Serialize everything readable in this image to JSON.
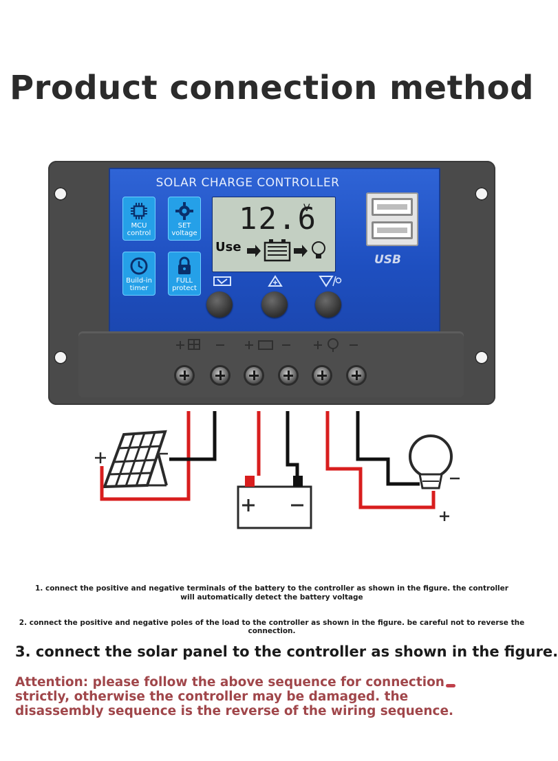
{
  "title": "Product connection method",
  "controller": {
    "panel_title": "SOLAR CHARGE CONTROLLER",
    "icons": [
      {
        "name": "mcu-control",
        "label_line1": "MCU",
        "label_line2": "control"
      },
      {
        "name": "set-voltage",
        "label_line1": "SET",
        "label_line2": "voltage"
      },
      {
        "name": "build-in-timer",
        "label_line1": "Build-in",
        "label_line2": "timer"
      },
      {
        "name": "full-protect",
        "label_line1": "FULL",
        "label_line2": "protect"
      }
    ],
    "lcd": {
      "value": "12.6",
      "unit": "V",
      "mode_label": "Use"
    },
    "usb_label": "USB"
  },
  "instructions": {
    "step1": "1. connect the positive and negative terminals of the battery to the controller as shown in the figure. the controller will automatically detect the battery voltage",
    "step2": "2. connect the positive and negative poles of the load to the controller as shown in the figure. be careful not to reverse the connection.",
    "step3": "3. connect the solar panel to the controller as shown in the figure.",
    "attention": "Attention: please follow the above sequence for connection strictly, otherwise the controller may be damaged. the disassembly sequence is the reverse of the wiring sequence."
  },
  "colors": {
    "panel_blue": "#2458cf",
    "wire_red": "#d81e1e",
    "wire_black": "#111111",
    "attention_text": "#a0464a"
  }
}
